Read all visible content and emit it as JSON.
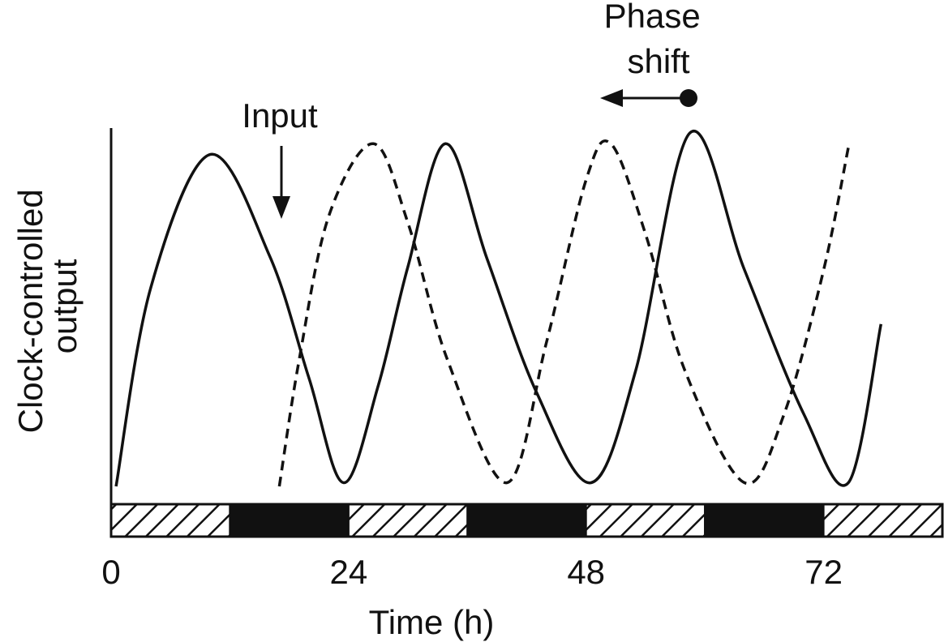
{
  "chart_data": {
    "type": "line",
    "title": "",
    "xlabel": "Time (h)",
    "ylabel_lines": [
      "Clock-controlled",
      "output"
    ],
    "x_ticks": [
      "0",
      "24",
      "48",
      "72"
    ],
    "xlim": [
      0,
      84
    ],
    "ylim": [
      0,
      1
    ],
    "series": [
      {
        "style": "solid",
        "x": [
          0.5,
          4,
          10,
          16,
          20,
          23.5,
          27,
          30,
          33.8,
          38,
          43,
          48.5,
          53,
          58.5,
          64,
          70,
          74.5,
          77.8
        ],
        "y": [
          0.0,
          0.55,
          0.92,
          0.64,
          0.3,
          0.01,
          0.28,
          0.61,
          0.95,
          0.63,
          0.26,
          0.01,
          0.32,
          0.98,
          0.6,
          0.2,
          0.01,
          0.45
        ]
      },
      {
        "style": "dashed",
        "x": [
          17,
          19,
          22,
          26.5,
          30,
          34,
          40,
          44,
          48,
          50.5,
          54,
          58,
          64,
          68,
          72,
          74.5
        ],
        "y": [
          0.0,
          0.35,
          0.75,
          0.95,
          0.73,
          0.35,
          0.01,
          0.4,
          0.85,
          0.95,
          0.7,
          0.32,
          0.01,
          0.2,
          0.6,
          0.94
        ]
      }
    ],
    "light_dark_bar": [
      {
        "start": 0,
        "end": 12,
        "phase": "light"
      },
      {
        "start": 12,
        "end": 24,
        "phase": "dark"
      },
      {
        "start": 24,
        "end": 36,
        "phase": "light"
      },
      {
        "start": 36,
        "end": 48,
        "phase": "dark"
      },
      {
        "start": 48,
        "end": 60,
        "phase": "light"
      },
      {
        "start": 60,
        "end": 72,
        "phase": "dark"
      },
      {
        "start": 72,
        "end": 84,
        "phase": "light"
      }
    ],
    "annotations": {
      "input_label": "Input",
      "phase_shift_lines": [
        "Phase",
        "shift"
      ]
    }
  }
}
